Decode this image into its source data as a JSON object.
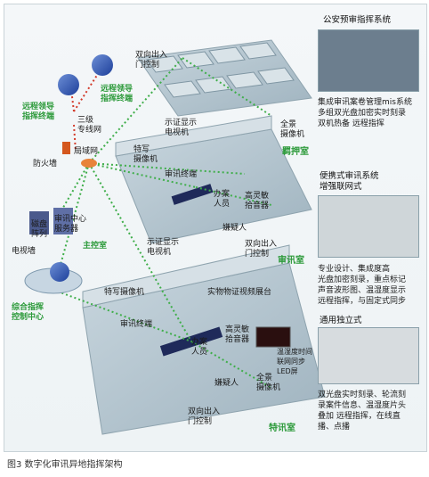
{
  "left_labels": {
    "remote_terminal_1": "远程领导\n指挥终端",
    "remote_terminal_2": "远程领导\n指挥终端",
    "line_net": "三级\n专线网",
    "firewall": "防火墙",
    "lan": "局域网",
    "disk_array": "磁盘\n阵列",
    "server": "审讯中心\n服务器",
    "tv_wall": "电视墙",
    "main_room": "主控室",
    "command_center": "综合指挥\n控制中心"
  },
  "room1": {
    "door": "双向出入\n门控制",
    "display_tv": "示证显示\n电视机",
    "closeup_camera": "特写\n摄像机",
    "terminal": "审讯终端",
    "officer": "办案\n人员",
    "mic": "高灵敏\n拾音器",
    "suspect": "嫌疑人",
    "door2": "双向出入\n门控制",
    "pano_camera": "全景\n摄像机",
    "room_name": "羁押室",
    "room_name2": "审讯室"
  },
  "room2": {
    "display_tv": "示证显示\n电视机",
    "closeup_camera": "特写摄像机",
    "evidence_booth": "实物物证视频展台",
    "terminal": "审讯终端",
    "officer": "办案\n人员",
    "mic": "高灵敏\n拾音器",
    "led": "温湿度时间\n联网同步\nLED屏",
    "suspect": "嫌疑人",
    "pano_camera": "全景\n摄像机",
    "door": "双向出入\n门控制",
    "room_name": "特讯室"
  },
  "right_panel": {
    "title1": "公安预审指挥系统",
    "text1": "集成审讯案卷管理mis系统\n多组双光盘加密实时刻录\n双机热备  远程指挥",
    "title2a": "便携式审讯系统",
    "title2b": "增强联网式",
    "text2": "专业设计、集成度高\n光盘加密刻录，重点标记\n声音波形图、温湿度显示\n远程指挥，与固定式同步",
    "title3": "通用独立式",
    "text3": "双光盘实时刻录、轮流刻\n录案件信息、温湿度片头\n叠加   远程指挥，在线直\n播、点播"
  },
  "led_text": "■■■■",
  "caption": "图3  数字化审讯异地指挥架构",
  "colors": {
    "link": "#3fae4a",
    "red_link": "#d23a2a",
    "floor": "#a9bcc7",
    "green_label": "#2c9a3a"
  }
}
